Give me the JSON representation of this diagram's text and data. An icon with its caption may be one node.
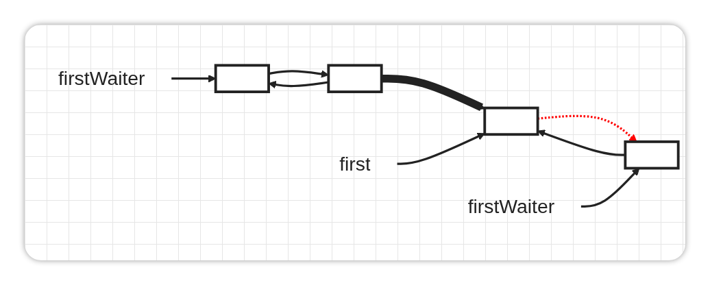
{
  "diagram": {
    "nodes": [
      {
        "text": [],
        "shape": "box"
      },
      {
        "text": [],
        "shape": "box"
      },
      {
        "text": [
          "firstWaiter"
        ]
      },
      {
        "text": [],
        "shape": "box"
      },
      {
        "text": [],
        "shape": "box"
      },
      {
        "text": [
          "first"
        ]
      },
      {
        "text": [
          "firstWaiter"
        ]
      }
    ],
    "edges": [
      {
        "from": 0,
        "to": 1,
        "arrow": "to"
      },
      {
        "from": 1,
        "to": 0,
        "arrow": "to"
      },
      {
        "from": 2,
        "to": 0,
        "arrow": "to"
      },
      {
        "from": 1,
        "to": 3,
        "arrow": "to",
        "style": "thick"
      },
      {
        "from": 3,
        "to": 4,
        "arrow": "to",
        "style": "dashed",
        "color": "#ff0000"
      },
      {
        "from": 4,
        "to": 3,
        "arrow": "to"
      },
      {
        "from": 5,
        "to": 3,
        "arrow": "to"
      },
      {
        "from": 6,
        "to": 4,
        "arrow": "to"
      }
    ]
  }
}
